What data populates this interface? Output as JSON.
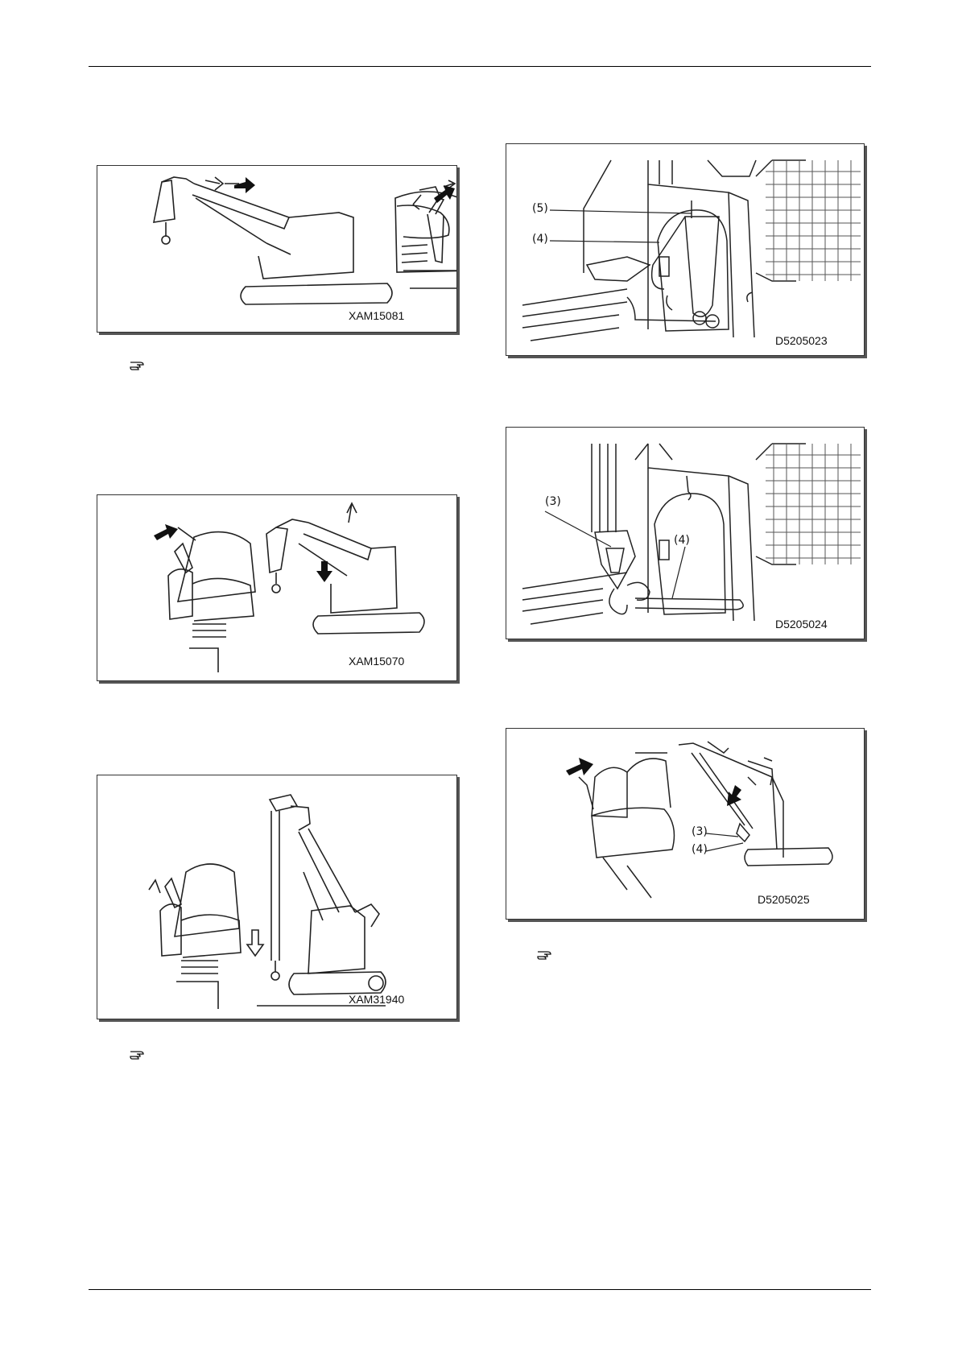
{
  "figures": {
    "f1": {
      "code": "XAM15081"
    },
    "f2": {
      "code": "XAM15070"
    },
    "f3": {
      "code": "XAM31940"
    },
    "f4": {
      "code": "D5205023",
      "labels": [
        "(5)",
        "(4)"
      ]
    },
    "f5": {
      "code": "D5205024",
      "labels": [
        "(3)",
        "(4)"
      ]
    },
    "f6": {
      "code": "D5205025",
      "labels": [
        "(3)",
        "(4)"
      ]
    }
  },
  "icons": [
    "pointing-hand-icon",
    "pointing-hand-icon",
    "pointing-hand-icon"
  ]
}
